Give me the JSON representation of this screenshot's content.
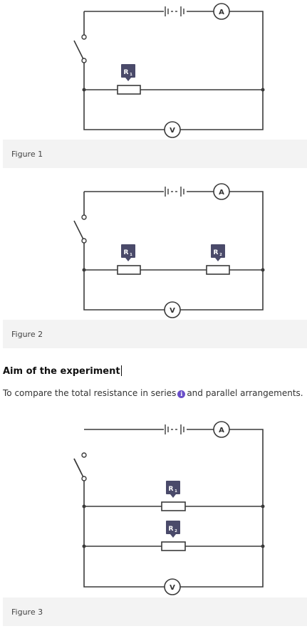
{
  "figures": [
    {
      "caption": "Figure 1",
      "ammeter": "A",
      "voltmeter": "V",
      "resistors": [
        {
          "label": "R",
          "sub": "1"
        }
      ]
    },
    {
      "caption": "Figure 2",
      "ammeter": "A",
      "voltmeter": "V",
      "resistors": [
        {
          "label": "R",
          "sub": "1"
        },
        {
          "label": "R",
          "sub": "2"
        }
      ]
    },
    {
      "caption": "Figure 3",
      "ammeter": "A",
      "voltmeter": "V",
      "resistors": [
        {
          "label": "R",
          "sub": "1"
        },
        {
          "label": "R",
          "sub": "2"
        }
      ]
    }
  ],
  "aim": {
    "heading": "Aim of the experiment",
    "text_before": "To compare the total resistance in series",
    "info_icon": "i",
    "text_after": "and parallel arrangements."
  },
  "colors": {
    "wire": "#3a3a3a",
    "label_box": "#4a4a6a",
    "caption_bg": "#f3f3f3",
    "info": "#6a4fc9"
  }
}
